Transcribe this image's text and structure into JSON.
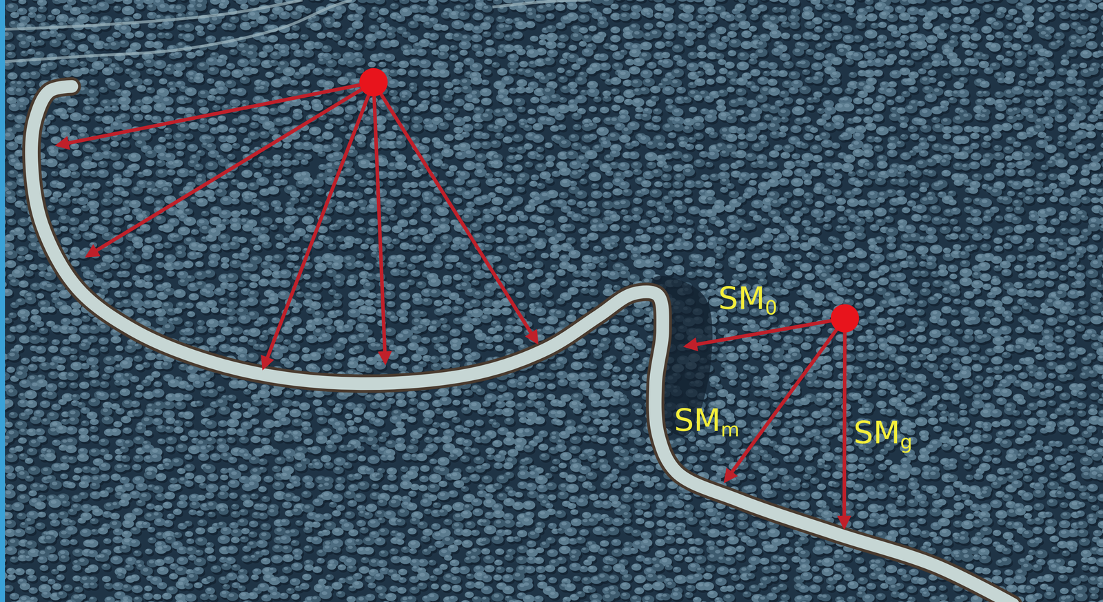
{
  "diagram": {
    "labels": [
      "SM0",
      "SMm",
      "SMg"
    ]
  }
}
